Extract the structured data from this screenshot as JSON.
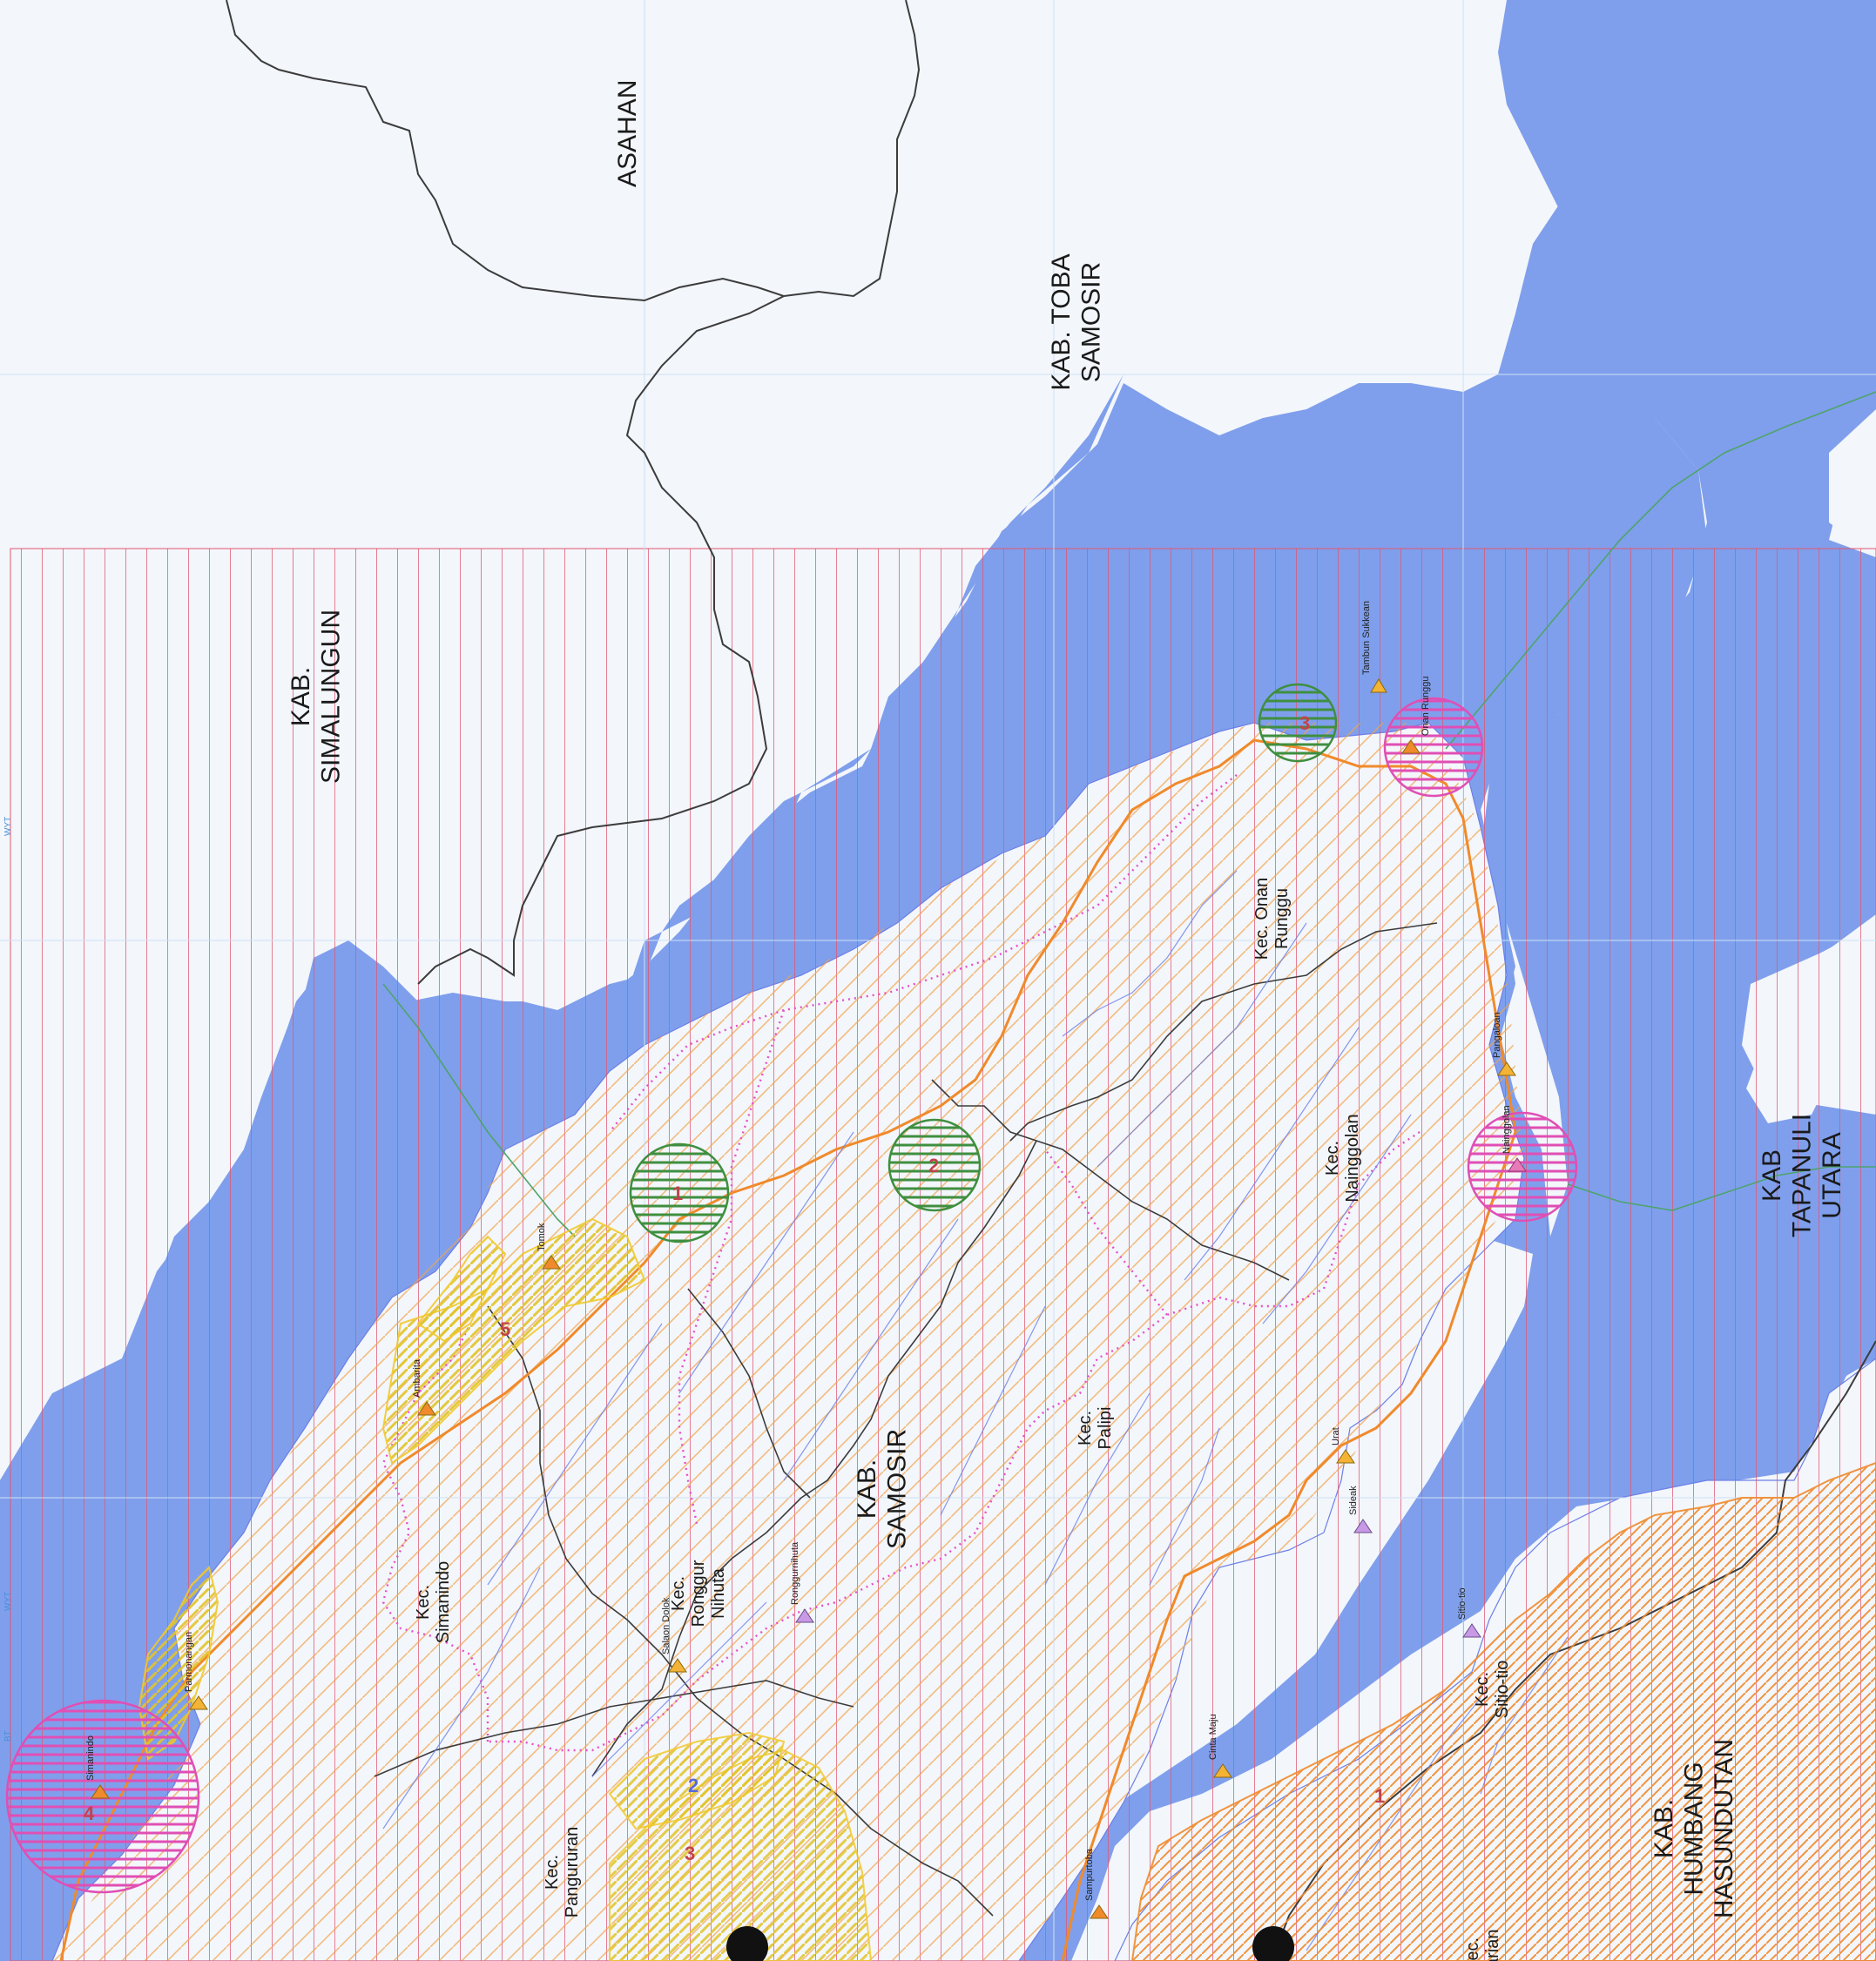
{
  "regions": {
    "asahan": "ASAHAN",
    "toba_samosir": "KAB. TOBA\nSAMOSIR",
    "simalungun": "KAB.\nSIMALUNGUN",
    "samosir": "KAB.\nSAMOSIR",
    "tapanuli_utara": "KAB\nTAPANULI\nUTARA",
    "humbang": "KAB.\nHUMBANG\nHASUNDUTAN"
  },
  "districts": {
    "onan_runggu": "Kec. Onan\nRunggu",
    "nainggolan": "Kec.\nNainggolan",
    "palipi": "Kec.\nPalipi",
    "ronggur_nihuta": "Kec.\nRonggur\nNihuta",
    "simanindo": "Kec.\nSimanindo",
    "pangururan": "Kec.\nPangururan",
    "sitio_tio": "Kec.\nSitio-tio",
    "harian": "Kec.\nHarian"
  },
  "places": [
    {
      "name": "Tambun Sukkean"
    },
    {
      "name": "Onan Runggu"
    },
    {
      "name": "Pangaloan"
    },
    {
      "name": "Nainggolan"
    },
    {
      "name": "Tomok"
    },
    {
      "name": "Ambarita"
    },
    {
      "name": "Parmonangan"
    },
    {
      "name": "Simanindo"
    },
    {
      "name": "Salaon Dolok"
    },
    {
      "name": "Ronggurnihuta"
    },
    {
      "name": "Urat"
    },
    {
      "name": "Sideak"
    },
    {
      "name": "Sitio-tio"
    },
    {
      "name": "Cinta Maju"
    },
    {
      "name": "Sampurtoba"
    }
  ],
  "zone_numbers": {
    "z1_green": "1",
    "z2_green": "2",
    "z3_green": "3",
    "z4_pink": "4",
    "z5_yellow": "5",
    "z2_yellow": "2",
    "z3_yellow": "3",
    "z1_orange": "1"
  },
  "margin_labels": {
    "top": "BT",
    "side1": "WYT",
    "side2": "WYT"
  },
  "colors": {
    "water": "#7f9fec",
    "land": "#f3f6fb",
    "hatch_red": "#e0556f",
    "hatch_orange": "#f2a24a",
    "road": "#f08a2b",
    "boundary_pink": "#e84fc7",
    "zone_green": "#3f8f3f",
    "zone_pink": "#e04fb4",
    "zone_yellow": "#f2e25a",
    "river": "#6c7fe6"
  }
}
